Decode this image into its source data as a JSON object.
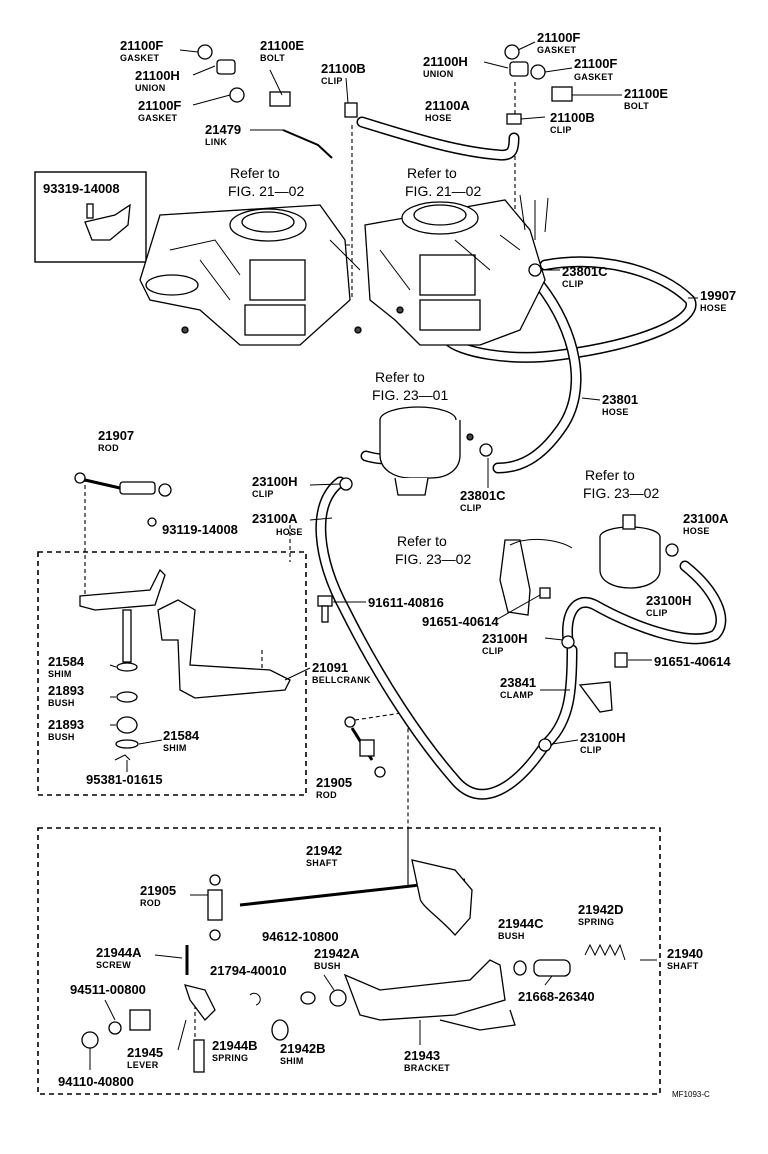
{
  "figure_code": "MF1093-C",
  "labels": {
    "l1": {
      "num": "21100F",
      "desc": "GASKET"
    },
    "l2": {
      "num": "21100E",
      "desc": "BOLT"
    },
    "l3": {
      "num": "21100H",
      "desc": "UNION"
    },
    "l4": {
      "num": "21100B",
      "desc": "CLIP"
    },
    "l5": {
      "num": "21100F",
      "desc": "GASKET"
    },
    "l6": {
      "num": "21479",
      "desc": "LINK"
    },
    "l7": {
      "num": "21100F",
      "desc": "GASKET"
    },
    "l8": {
      "num": "21100H",
      "desc": "UNION"
    },
    "l9": {
      "num": "21100F",
      "desc": "GASKET"
    },
    "l10": {
      "num": "21100E",
      "desc": "BOLT"
    },
    "l11": {
      "num": "21100A",
      "desc": "HOSE"
    },
    "l12": {
      "num": "21100B",
      "desc": "CLIP"
    },
    "l13": {
      "num": "93319-14008",
      "desc": ""
    },
    "l14": {
      "num": "23801C",
      "desc": "CLIP"
    },
    "l15": {
      "num": "19907",
      "desc": "HOSE"
    },
    "l16": {
      "num": "23801",
      "desc": "HOSE"
    },
    "l17": {
      "num": "21907",
      "desc": "ROD"
    },
    "l18": {
      "num": "23100H",
      "desc": "CLIP"
    },
    "l19": {
      "num": "23801C",
      "desc": "CLIP"
    },
    "l20": {
      "num": "23100A",
      "desc": "HOSE"
    },
    "l21": {
      "num": "93119-14008",
      "desc": ""
    },
    "l22": {
      "num": "23100A",
      "desc": "HOSE"
    },
    "l23": {
      "num": "91611-40816",
      "desc": ""
    },
    "l24": {
      "num": "91651-40614",
      "desc": ""
    },
    "l25": {
      "num": "23100H",
      "desc": "CLIP"
    },
    "l26": {
      "num": "23100H",
      "desc": "CLIP"
    },
    "l27": {
      "num": "91651-40614",
      "desc": ""
    },
    "l28": {
      "num": "21584",
      "desc": "SHIM"
    },
    "l29": {
      "num": "21091",
      "desc": "BELLCRANK"
    },
    "l30": {
      "num": "21893",
      "desc": "BUSH"
    },
    "l31": {
      "num": "21893",
      "desc": "BUSH"
    },
    "l32": {
      "num": "21584",
      "desc": "SHIM"
    },
    "l33": {
      "num": "95381-01615",
      "desc": ""
    },
    "l34": {
      "num": "23841",
      "desc": "CLAMP"
    },
    "l35": {
      "num": "23100H",
      "desc": "CLIP"
    },
    "l36": {
      "num": "21905",
      "desc": "ROD"
    },
    "l37": {
      "num": "21942",
      "desc": "SHAFT"
    },
    "l38": {
      "num": "21905",
      "desc": "ROD"
    },
    "l39": {
      "num": "21942D",
      "desc": "SPRING"
    },
    "l40": {
      "num": "21944C",
      "desc": "BUSH"
    },
    "l41": {
      "num": "21944A",
      "desc": "SCREW"
    },
    "l42": {
      "num": "94612-10800",
      "desc": ""
    },
    "l43": {
      "num": "21942A",
      "desc": "BUSH"
    },
    "l44": {
      "num": "21940",
      "desc": "SHAFT"
    },
    "l45": {
      "num": "21794-40010",
      "desc": ""
    },
    "l46": {
      "num": "94511-00800",
      "desc": ""
    },
    "l47": {
      "num": "21668-26340",
      "desc": ""
    },
    "l48": {
      "num": "21945",
      "desc": "LEVER"
    },
    "l49": {
      "num": "21944B",
      "desc": "SPRING"
    },
    "l50": {
      "num": "21942B",
      "desc": "SHIM"
    },
    "l51": {
      "num": "21943",
      "desc": "BRACKET"
    },
    "l52": {
      "num": "94110-40800",
      "desc": ""
    }
  },
  "refs": {
    "r1": {
      "line1": "Refer to",
      "line2": "FIG. 21—02"
    },
    "r2": {
      "line1": "Refer to",
      "line2": "FIG. 21—02"
    },
    "r3": {
      "line1": "Refer to",
      "line2": "FIG. 23—01"
    },
    "r4": {
      "line1": "Refer to",
      "line2": "FIG. 23—02"
    },
    "r5": {
      "line1": "Refer to",
      "line2": "FIG. 23—02"
    }
  }
}
